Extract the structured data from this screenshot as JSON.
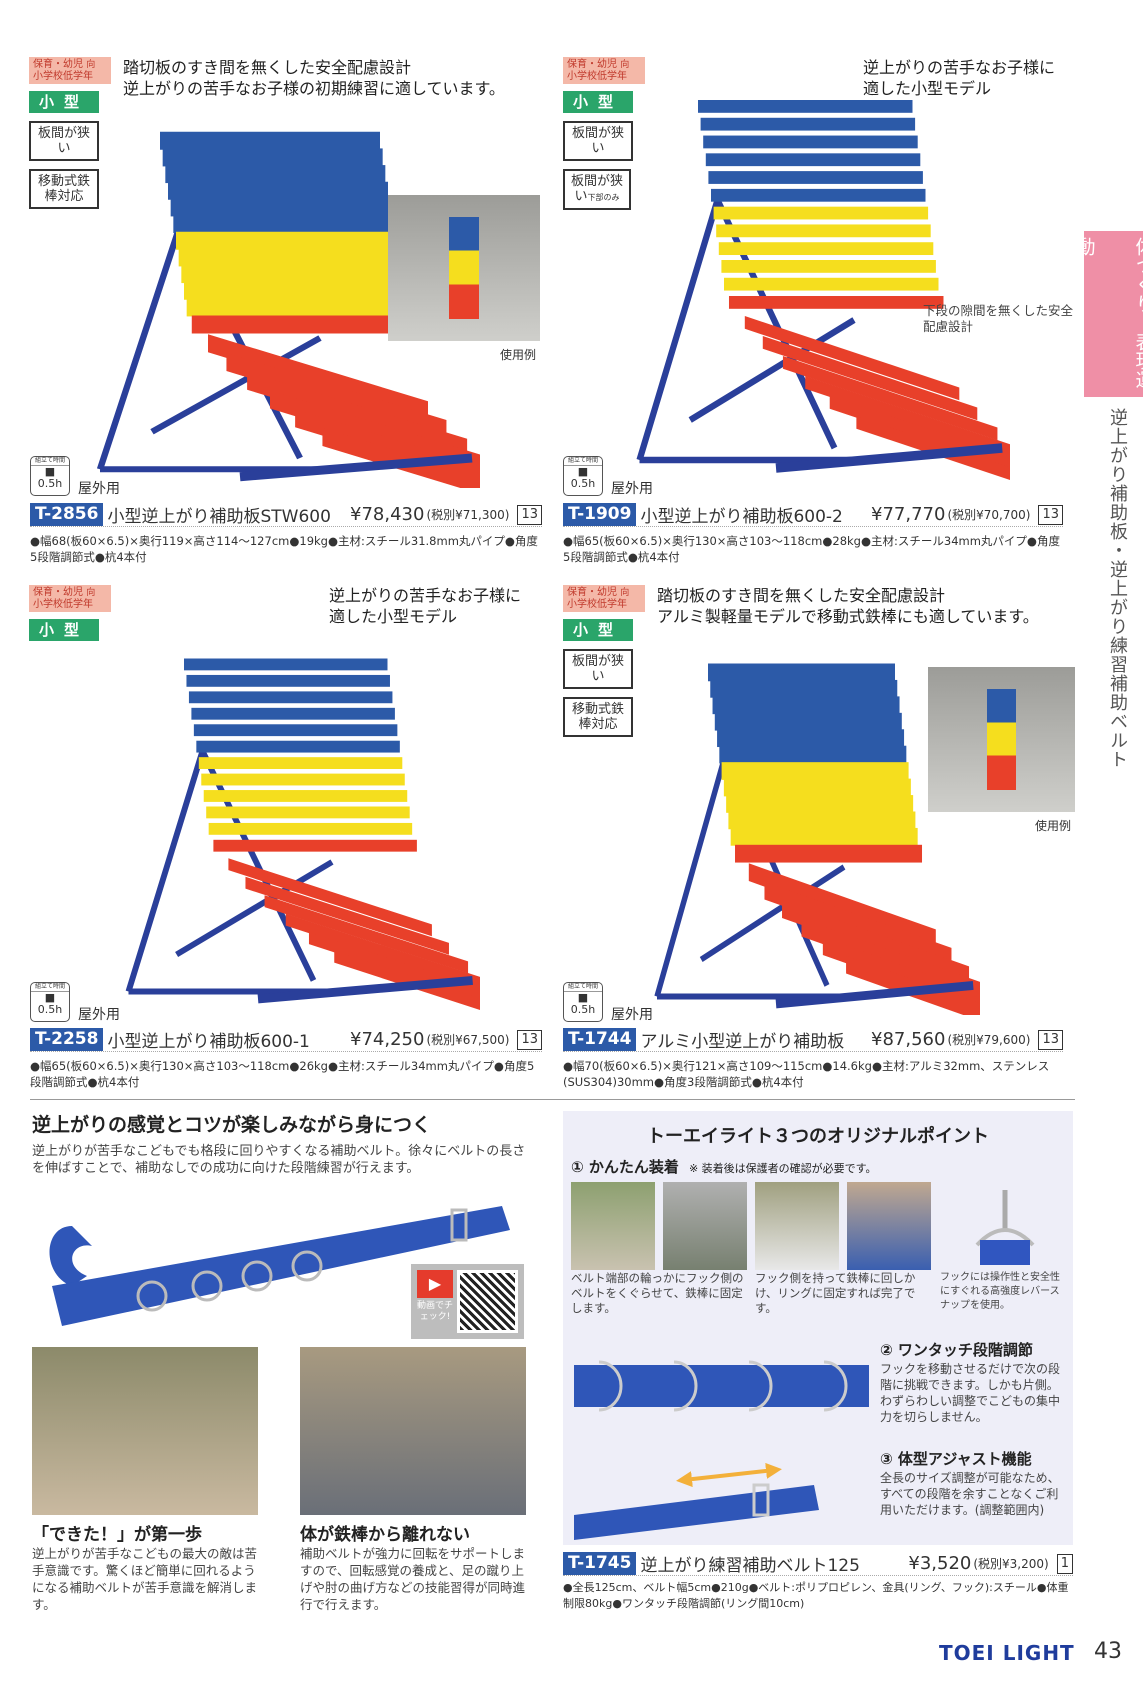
{
  "labels": {
    "target_line1": "保育・幼児",
    "target_line2": "小学校低学年",
    "target_suffix": "向",
    "size": "小型",
    "narrow": "板間が狭い",
    "narrow_lower": "下部のみ",
    "mobile": "移動式鉄棒対応",
    "assembly_label": "組立て時間",
    "assembly_time": "0.5h",
    "outdoor": "屋外用",
    "usage_example": "使用例"
  },
  "products": [
    {
      "code": "T-2856",
      "name": "小型逆上がり補助板STW600",
      "price": "¥78,430",
      "tax": "(税別¥71,300)",
      "qty": "13",
      "tagline1": "踏切板のすき間を無くした安全配慮設計",
      "tagline2": "逆上がりの苦手なお子様の初期練習に適しています。",
      "spec": "●幅68(板60×6.5)×奥行119×高さ114～127cm●19kg●主材:スチール31.8mm丸パイプ●角度5段階調節式●杭4本付"
    },
    {
      "code": "T-1909",
      "name": "小型逆上がり補助板600-2",
      "price": "¥77,770",
      "tax": "(税別¥70,700)",
      "qty": "13",
      "tagline1": "逆上がりの苦手なお子様に",
      "tagline2": "適した小型モデル",
      "note": "下段の隙間を無くした安全配慮設計",
      "spec": "●幅65(板60×6.5)×奥行130×高さ103～118cm●28kg●主材:スチール34mm丸パイプ●角度5段階調節式●杭4本付"
    },
    {
      "code": "T-2258",
      "name": "小型逆上がり補助板600-1",
      "price": "¥74,250",
      "tax": "(税別¥67,500)",
      "qty": "13",
      "tagline1": "逆上がりの苦手なお子様に",
      "tagline2": "適した小型モデル",
      "spec": "●幅65(板60×6.5)×奥行130×高さ103～118cm●26kg●主材:スチール34mm丸パイプ●角度5段階調節式●杭4本付"
    },
    {
      "code": "T-1744",
      "name": "アルミ小型逆上がり補助板",
      "price": "¥87,560",
      "tax": "(税別¥79,600)",
      "qty": "13",
      "tagline1": "踏切板のすき間を無くした安全配慮設計",
      "tagline2": "アルミ製軽量モデルで移動式鉄棒にも適しています。",
      "spec": "●幅70(板60×6.5)×奥行121×高さ109～115cm●14.6kg●主材:アルミ32mm、ステンレス(SUS304)30mm●角度3段階調節式●杭4本付"
    }
  ],
  "belt": {
    "headline": "逆上がりの感覚とコツが楽しみながら身につく",
    "desc": "逆上がりが苦手なこどもでも格段に回りやすくなる補助ベルト。徐々にベルトの長さを伸ばすことで、補助なしでの成功に向けた段階練習が行えます。",
    "video_label": "動画でチェック!",
    "point1_title": "「できた！」が第一歩",
    "point1_text": "逆上がりが苦手なこどもの最大の敵は苦手意識です。驚くほど簡単に回れるようになる補助ベルトが苦手意識を解消します。",
    "point2_title": "体が鉄棒から離れない",
    "point2_text": "補助ベルトが強力に回転をサポートしますので、回転感覚の養成と、足の蹴り上げや肘の曲げ方などの技能習得が同時進行で行えます。"
  },
  "points": {
    "title": "トーエイライト３つのオリジナルポイント",
    "p1_title": "① かんたん装着",
    "p1_note": "※ 装着後は保護者の確認が必要です。",
    "p1_cap1": "ベルト端部の輪っかにフック側のベルトをくぐらせて、鉄棒に固定します。",
    "p1_cap2": "フック側を持って鉄棒に回しかけ、リングに固定すれば完了です。",
    "p1_cap3": "フックには操作性と安全性にすぐれる高強度レバースナップを使用。",
    "p2_title": "② ワンタッチ段階調節",
    "p2_text": "フックを移動させるだけで次の段階に挑戦できます。しかも片側。わずらわしい調整でこどもの集中力を切らしません。",
    "p3_title": "③ 体型アジャスト機能",
    "p3_text": "全長のサイズ調整が可能なため、すべての段階を余すことなくご利用いただけます。(調整範囲内)"
  },
  "belt_product": {
    "code": "T-1745",
    "name": "逆上がり練習補助ベルト125",
    "price": "¥3,520",
    "tax": "(税別¥3,200)",
    "qty": "1",
    "spec": "●全長125cm、ベルト幅5cm●210g●ベルト:ポリプロピレン、金具(リング、フック):スチール●体重制限80kg●ワンタッチ段階調節(リング間10cm)"
  },
  "side": {
    "category": "体つくり・表現運動",
    "section": "逆上がり補助板・逆上がり練習補助ベルト"
  },
  "footer": {
    "brand": "TOEI LIGHT",
    "page": "43"
  },
  "colors": {
    "blue": "#2c5aa8",
    "yellow": "#f5de1e",
    "red": "#e8402a",
    "pink": "#ef8fa6",
    "green": "#2aa56a"
  }
}
